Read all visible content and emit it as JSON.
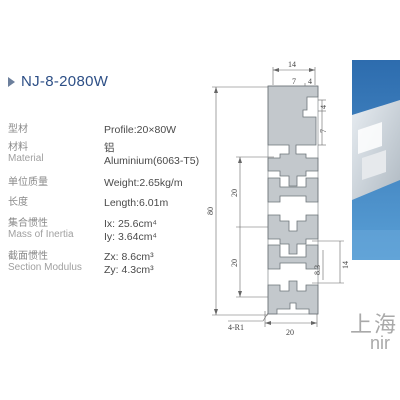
{
  "header": {
    "title": "NJ-8-2080W"
  },
  "specs": [
    {
      "label_cn": "型材",
      "label_en": "",
      "value_lines": [
        "Profile:20×80W"
      ]
    },
    {
      "label_cn": "材料",
      "label_en": "Material",
      "value_lines": [
        "铝",
        "Aluminium(6063-T5)"
      ]
    },
    {
      "label_cn": "单位质量",
      "label_en": "",
      "value_lines": [
        "Weight:2.65kg/m"
      ]
    },
    {
      "label_cn": "长度",
      "label_en": "",
      "value_lines": [
        "Length:6.01m"
      ]
    },
    {
      "label_cn": "集合惯性",
      "label_en": "Mass of Inertia",
      "value_lines": [
        "Ix: 25.6cm⁴",
        "Iy: 3.64cm⁴"
      ]
    },
    {
      "label_cn": "截面惯性",
      "label_en": "Section Modulus",
      "value_lines": [
        "Zx: 8.6cm³",
        "Zy: 4.3cm³"
      ]
    }
  ],
  "drawing": {
    "dims": {
      "top_width": "14",
      "slot_w1": "7",
      "slot_w2": "4",
      "side_4": "4",
      "side_7": "7",
      "pitch_1": "20",
      "pitch_2": "20",
      "overall_height": "80",
      "slot_8_3": "8.3",
      "slot_14": "14",
      "corner_radius": "4-R1",
      "base_width": "20"
    }
  },
  "watermark": {
    "text_cn": "上海",
    "text_en": "nir"
  },
  "colors": {
    "title": "#2d4f86",
    "profile_fill": "#c3c8cc",
    "profile_stroke": "#6e757a",
    "photo_bg": "#3f7fb8"
  }
}
